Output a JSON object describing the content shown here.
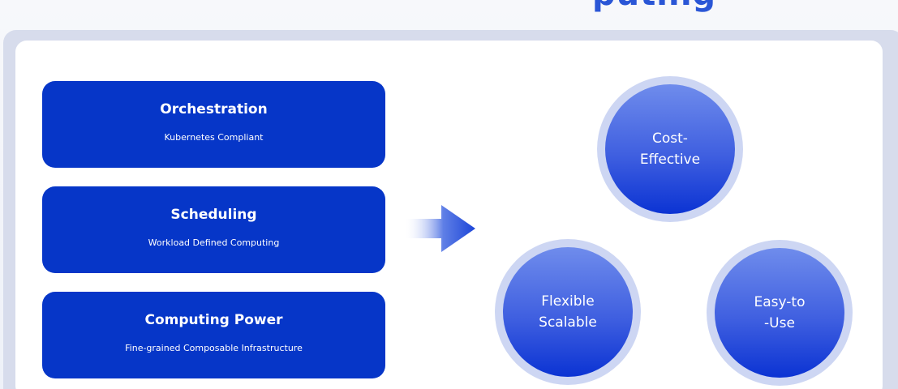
{
  "header": {
    "partial_heading": "puting"
  },
  "stack": [
    {
      "title": "Orchestration",
      "subtitle": "Kubernetes Compliant"
    },
    {
      "title": "Scheduling",
      "subtitle": "Workload Defined Computing"
    },
    {
      "title": "Computing Power",
      "subtitle": "Fine-grained Composable Infrastructure"
    }
  ],
  "benefits": {
    "cost_effective": {
      "line1": "Cost-",
      "line2": "Effective"
    },
    "flexible_scalable": {
      "line1": "Flexible",
      "line2": "Scalable"
    },
    "easy_to_use": {
      "line1": "Easy-to",
      "line2": "-Use"
    }
  },
  "colors": {
    "box_fill": "#0636c8",
    "circle_gradient_top": "#6f8cec",
    "circle_gradient_bottom": "#0b33d3",
    "ring": "#cdd6f3",
    "frame": "#d7dcec"
  },
  "icons": {
    "arrow": "arrow-right-icon"
  }
}
